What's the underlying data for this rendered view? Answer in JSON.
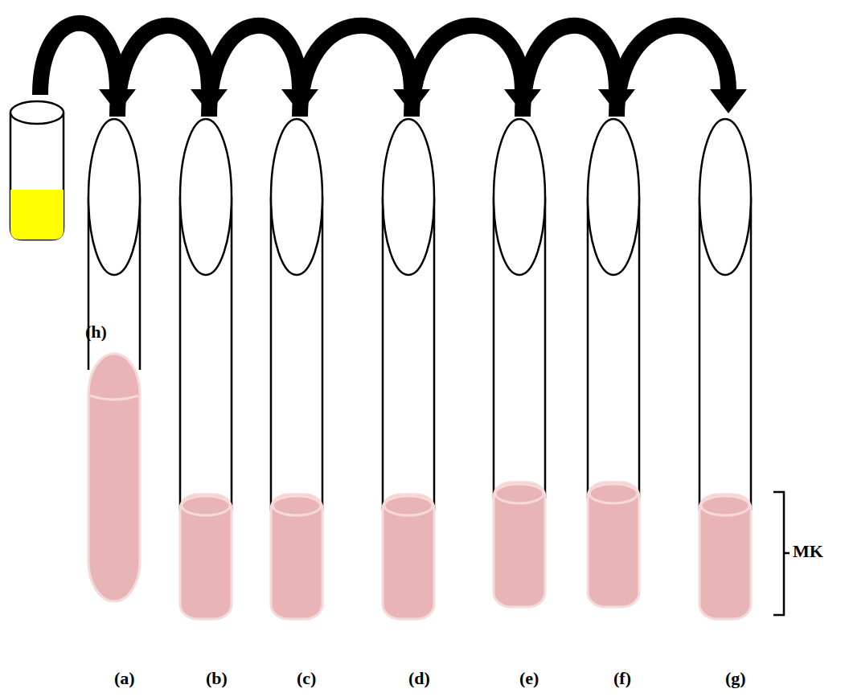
{
  "diagram": {
    "nodes": [
      {
        "text": [
          "(h)"
        ]
      },
      {
        "text": [
          "(a)"
        ]
      },
      {
        "text": [
          "(b)"
        ]
      },
      {
        "text": [
          "(c)"
        ]
      },
      {
        "text": [
          "(d)"
        ]
      },
      {
        "text": [
          "(e)"
        ]
      },
      {
        "text": [
          "(f)"
        ]
      },
      {
        "text": [
          "(g)"
        ]
      }
    ],
    "edges": [
      {
        "from": 0,
        "to": 1,
        "arrow": "to"
      },
      {
        "from": 1,
        "to": 2,
        "arrow": "to"
      },
      {
        "from": 2,
        "to": 3,
        "arrow": "to"
      },
      {
        "from": 3,
        "to": 4,
        "arrow": "to"
      },
      {
        "from": 4,
        "to": 5,
        "arrow": "to"
      },
      {
        "from": 5,
        "to": 6,
        "arrow": "to"
      },
      {
        "from": 6,
        "to": 7,
        "arrow": "to"
      }
    ],
    "labels": [
      "MK"
    ]
  }
}
